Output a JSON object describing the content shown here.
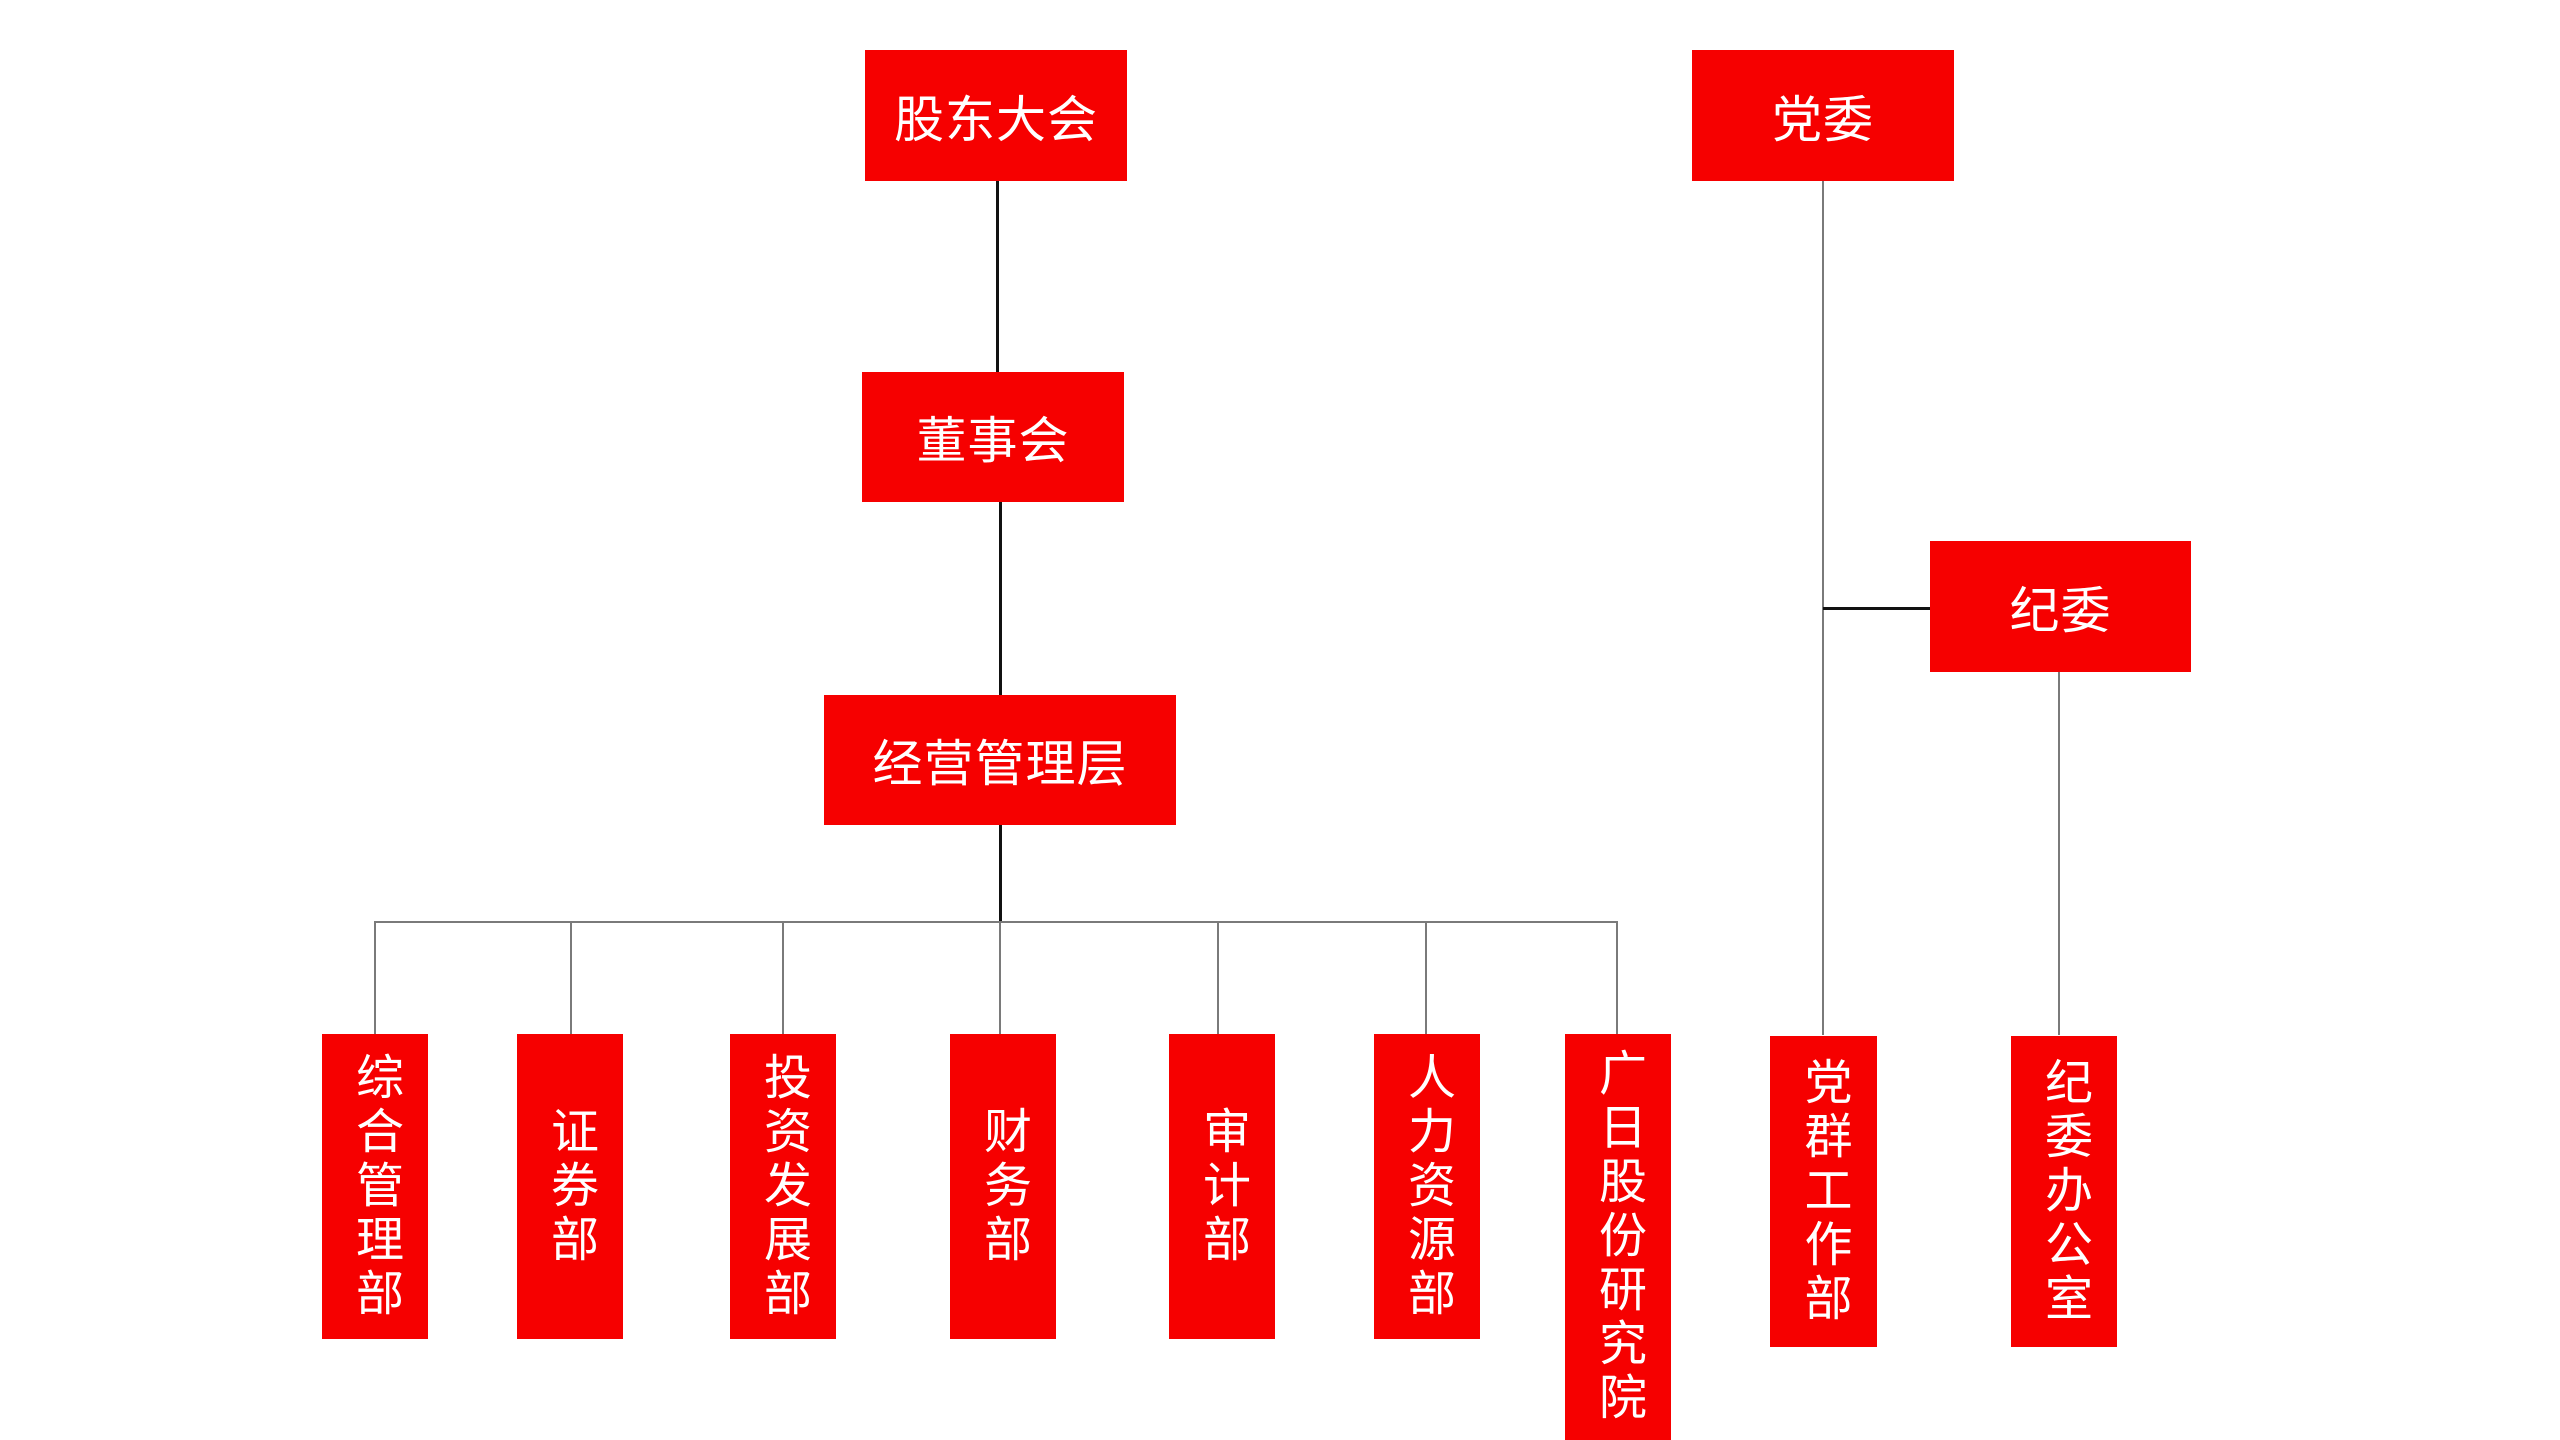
{
  "org_chart": {
    "main_chain": [
      "股东大会",
      "董事会",
      "经营管理层"
    ],
    "departments": [
      "综合管理部",
      "证券部",
      "投资发展部",
      "财务部",
      "审计部",
      "人力资源部",
      "广日股份研究院"
    ],
    "party": {
      "root": "党委",
      "discipline": "纪委",
      "children": [
        "党群工作部",
        "纪委办公室"
      ]
    }
  },
  "colors": {
    "box_fill": "#f60000",
    "box_text": "#ffffff",
    "main_line": "#111111",
    "branch_line": "#7a7a7a",
    "background": "#ffffff"
  }
}
